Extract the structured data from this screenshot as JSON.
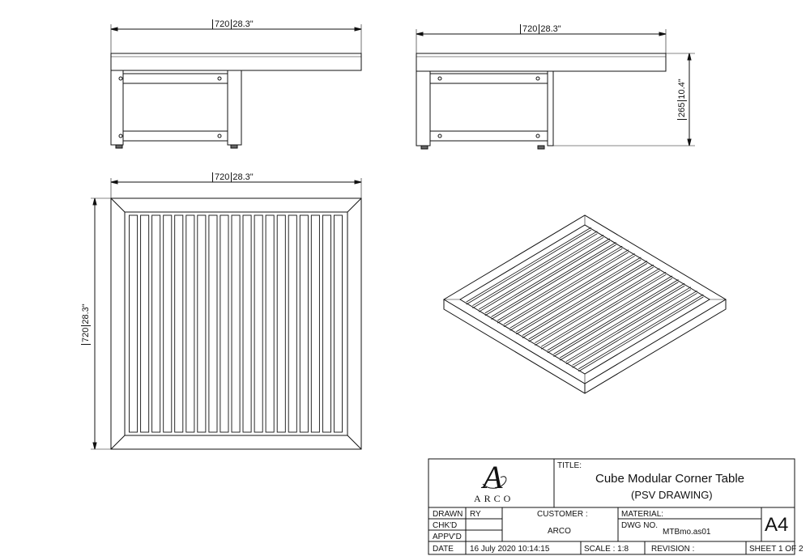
{
  "dimensions": {
    "front_width": {
      "mm": "720",
      "in": "28.3\""
    },
    "side_width": {
      "mm": "720",
      "in": "28.3\""
    },
    "side_height": {
      "mm": "265",
      "in": "10.4\""
    },
    "top_width": {
      "mm": "720",
      "in": "28.3\""
    },
    "top_height": {
      "mm": "720",
      "in": "28.3\""
    }
  },
  "title_block": {
    "logo_text": "ARCO",
    "title_label": "TITLE:",
    "title": "Cube Modular Corner Table",
    "subtitle": "(PSV DRAWING)",
    "drawn_label": "DRAWN",
    "drawn_value": "RY",
    "chkd_label": "CHK'D",
    "appvd_label": "APPV'D",
    "customer_label": "CUSTOMER :",
    "customer_value": "ARCO",
    "material_label": "MATERIAL:",
    "dwg_label": "DWG NO.",
    "dwg_value": "MTBmo.as01",
    "sheet_size": "A4",
    "date_label": "DATE",
    "date_value": "16 July 2020 10:14:15",
    "scale": "SCALE : 1:8",
    "revision": "REVISION :",
    "sheet": "SHEET 1 OF 2"
  }
}
